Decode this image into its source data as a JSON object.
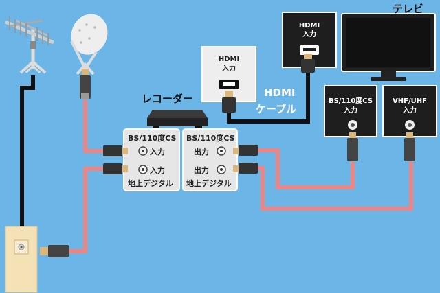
{
  "devices": {
    "tv_title": "テレビ",
    "recorder_title": "レコーダー",
    "hdmi_cable_line1": "HDMI",
    "hdmi_cable_line2": "ケーブル"
  },
  "recorder_hdmi_box": {
    "line1": "HDMI",
    "line2": "入力"
  },
  "tv_hdmi_box": {
    "line1": "HDMI",
    "line2": "入力"
  },
  "tv_bs_box": {
    "line1": "BS/110度CS",
    "line2": "入力"
  },
  "tv_vhf_box": {
    "line1": "VHF/UHF",
    "line2": "入力"
  },
  "recorder_input_panel": {
    "top_label": "BS/110度CS",
    "top_port": "入力",
    "bottom_port": "入力",
    "bottom_label": "地上デジタル"
  },
  "recorder_output_panel": {
    "top_label": "BS/110度CS",
    "top_port": "出力",
    "bottom_port": "出力",
    "bottom_label": "地上デジタル"
  },
  "colors": {
    "background": "#6bb6e6",
    "antenna_cable": "#ee8585",
    "hdmi_cable": "#111111",
    "panel": "#e6e6e6",
    "wall_outlet": "#f4e2b6"
  }
}
